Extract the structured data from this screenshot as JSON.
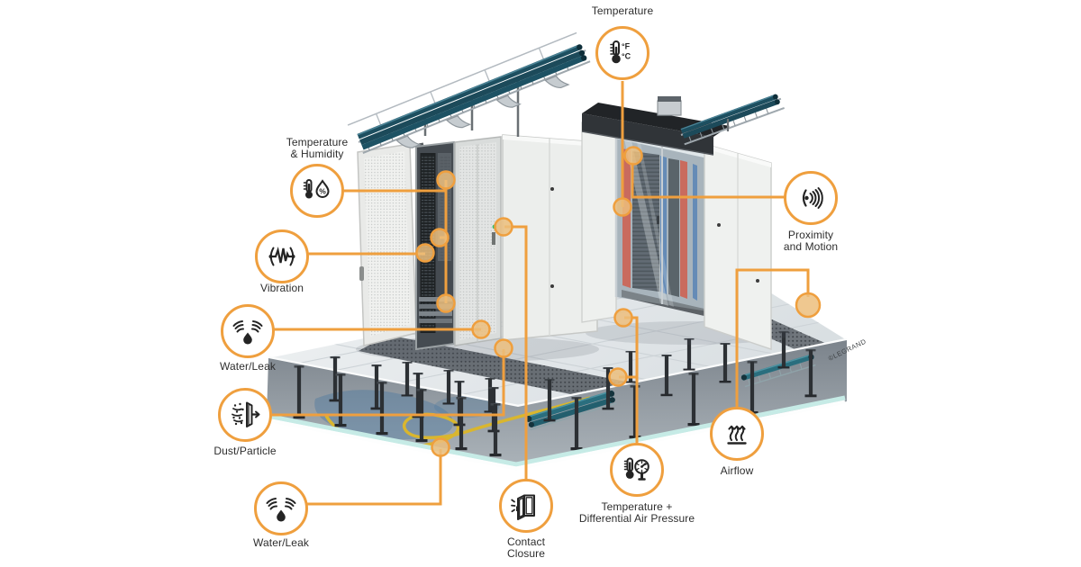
{
  "accent_color": "#EF9F3E",
  "watermark": "©LEGRAND",
  "units": {
    "fahrenheit": "°F",
    "celsius": "°C",
    "humidity_percent": "%"
  },
  "callouts": [
    {
      "id": "temperature",
      "label": "Temperature",
      "icon": "thermometer-icon"
    },
    {
      "id": "temperature-humidity",
      "label": "Temperature\n& Humidity",
      "icon": "thermometer-humidity-icon"
    },
    {
      "id": "vibration",
      "label": "Vibration",
      "icon": "vibration-icon"
    },
    {
      "id": "water-leak-raised-floor",
      "label": "Water/Leak",
      "icon": "water-leak-icon"
    },
    {
      "id": "dust-particle",
      "label": "Dust/Particle",
      "icon": "dust-particle-icon"
    },
    {
      "id": "water-leak-subfloor",
      "label": "Water/Leak",
      "icon": "water-leak-icon"
    },
    {
      "id": "contact-closure",
      "label": "Contact\nClosure",
      "icon": "door-contact-icon"
    },
    {
      "id": "temperature-differential-air-pressure",
      "label": "Temperature +\nDifferential Air Pressure",
      "icon": "thermometer-gauge-icon"
    },
    {
      "id": "airflow",
      "label": "Airflow",
      "icon": "airflow-icon"
    },
    {
      "id": "proximity-motion",
      "label": "Proximity\nand Motion",
      "icon": "proximity-motion-icon"
    }
  ]
}
